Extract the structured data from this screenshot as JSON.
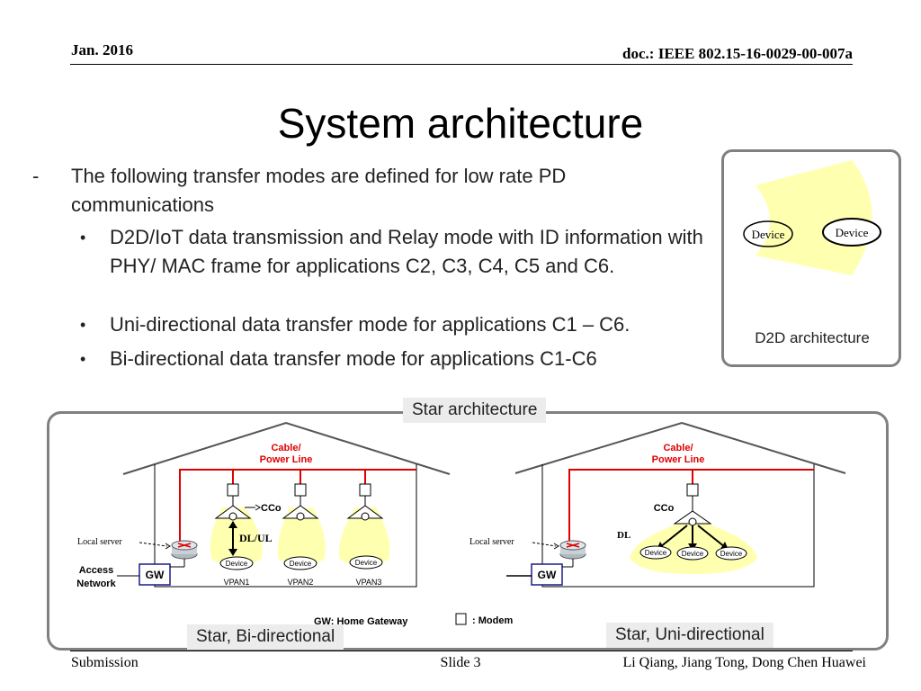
{
  "header": {
    "date": "Jan. 2016",
    "doc": "doc.: IEEE 802.15-16-0029-00-007a"
  },
  "title": "System architecture",
  "bullets": {
    "dash": "-",
    "main": "The following transfer modes are defined for low rate PD communications",
    "dot": "•",
    "sub": [
      "D2D/IoT data transmission and Relay mode with ID information with PHY/ MAC frame for applications C2, C3, C4, C5 and C6.",
      "Uni-directional data transfer mode for applications C1 – C6.",
      "Bi-directional data transfer mode for applications C1-C6"
    ]
  },
  "d2d": {
    "device1": "Device",
    "device2": "Device",
    "label": "D2D architecture"
  },
  "star": {
    "title": "Star architecture",
    "bi_label": "Star, Bi-directional",
    "uni_label": "Star, Uni-directional",
    "gw_legend": "GW: Home Gateway",
    "modem_legend": ": Modem",
    "left": {
      "cable": "Cable/",
      "power": "Power Line",
      "cco": "CCo",
      "dlul": "DL/UL",
      "local_server": "Local server",
      "access": "Access",
      "network": "Network",
      "gw": "GW",
      "devices": [
        "Device",
        "Device",
        "Device"
      ],
      "vpans": [
        "VPAN1",
        "VPAN2",
        "VPAN3"
      ]
    },
    "right": {
      "cable": "Cable/",
      "power": "Power Line",
      "cco": "CCo",
      "dl": "DL",
      "local_server": "Local server",
      "gw": "GW",
      "devices": [
        "Device",
        "Device",
        "Device"
      ]
    }
  },
  "footer": {
    "left": "Submission",
    "center": "Slide 3",
    "right": "Li Qiang, Jiang Tong, Dong Chen Huawei"
  }
}
